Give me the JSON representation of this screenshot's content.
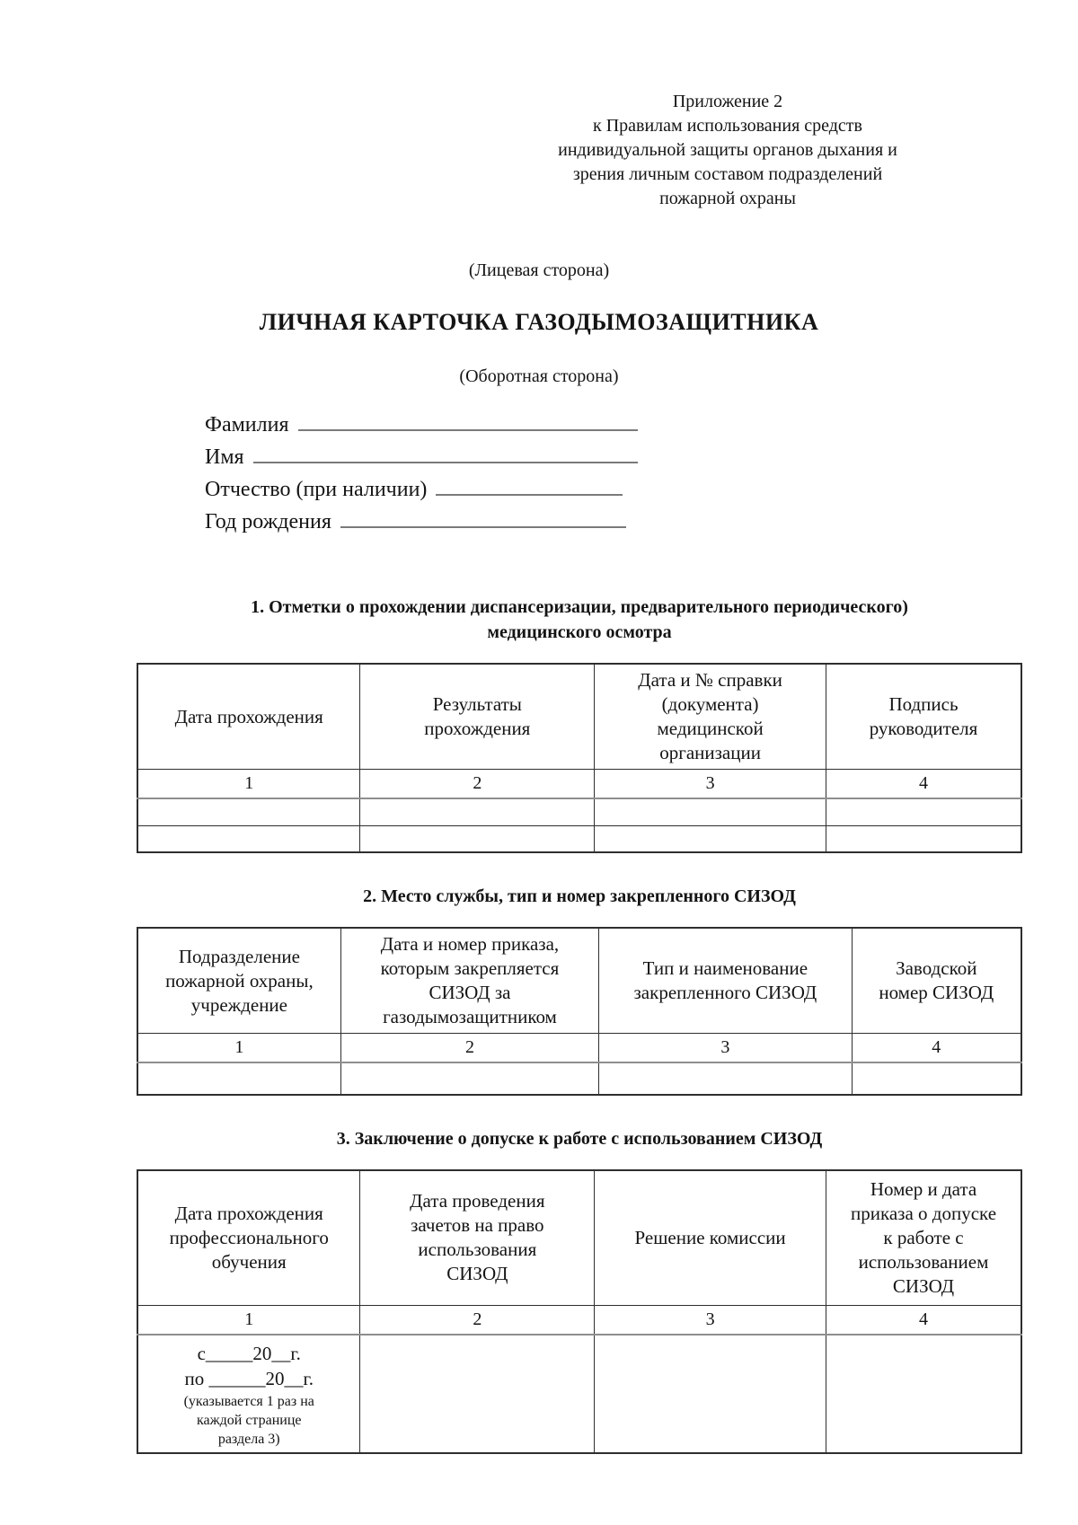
{
  "appendix": {
    "lines": [
      "Приложение 2",
      "к Правилам использования средств",
      "индивидуальной защиты органов дыхания и",
      "зрения личным составом подразделений",
      "пожарной охраны"
    ]
  },
  "front_label": "(Лицевая сторона)",
  "title": "ЛИЧНАЯ КАРТОЧКА ГАЗОДЫМОЗАЩИТНИКА",
  "back_label": "(Оборотная сторона)",
  "fields": [
    {
      "label": "Фамилия",
      "value": ""
    },
    {
      "label": "Имя",
      "value": ""
    },
    {
      "label": "Отчество (при наличии)",
      "value": ""
    },
    {
      "label": "Год рождения",
      "value": ""
    }
  ],
  "sections": [
    {
      "heading": "1. Отметки о прохождении диспансеризации, предварительного периодического)\nмедицинского осмотра",
      "table": {
        "headers": [
          "Дата прохождения",
          "Результаты\nпрохождения",
          "Дата и № справки\n(документа)\nмедицинской\nорганизации",
          "Подпись\nруководителя"
        ],
        "column_numbers": [
          "1",
          "2",
          "3",
          "4"
        ]
      }
    },
    {
      "heading": "2. Место службы, тип и номер закрепленного СИЗОД",
      "table": {
        "headers": [
          "Подразделение\nпожарной охраны,\nучреждение",
          "Дата и номер приказа,\nкоторым закрепляется\nСИЗОД за\nгазодымозащитником",
          "Тип и наименование\nзакрепленного СИЗОД",
          "Заводской\nномер СИЗОД"
        ],
        "column_numbers": [
          "1",
          "2",
          "3",
          "4"
        ]
      }
    },
    {
      "heading": "3. Заключение о допуске к работе с использованием СИЗОД",
      "table": {
        "headers": [
          "Дата прохождения\nпрофессионального\nобучения",
          "Дата проведения\nзачетов на право\nиспользования\nСИЗОД",
          "Решение комиссии",
          "Номер и дата\nприказа о допуске\nк работе с\nиспользованием\nСИЗОД"
        ],
        "column_numbers": [
          "1",
          "2",
          "3",
          "4"
        ],
        "period_cell": {
          "dates": "с_____20__г.\nпо ______20__г.",
          "note": "(указывается 1 раз на\nкаждой странице\nраздела 3)"
        }
      }
    }
  ]
}
